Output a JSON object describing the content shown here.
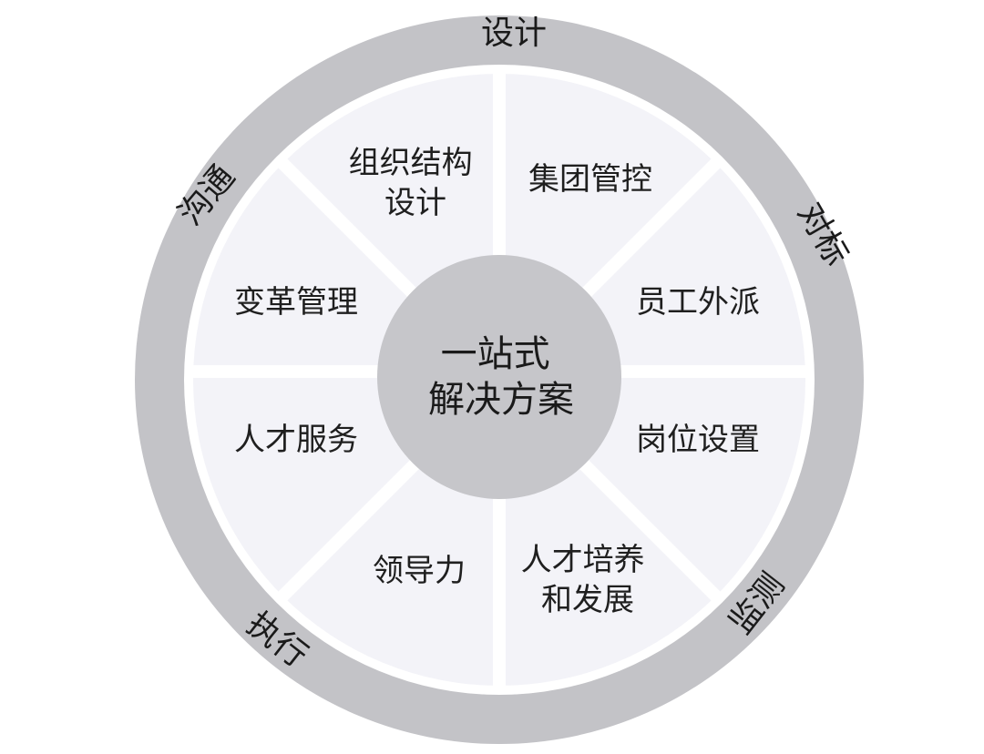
{
  "center": {
    "lines": [
      "一站式",
      "解决方案"
    ]
  },
  "segments": [
    {
      "id": "org-structure",
      "lines": [
        "组织结构",
        "设计"
      ]
    },
    {
      "id": "group-control",
      "lines": [
        "集团管控"
      ]
    },
    {
      "id": "staff-dispatch",
      "lines": [
        "员工外派"
      ]
    },
    {
      "id": "position-setup",
      "lines": [
        "岗位设置"
      ]
    },
    {
      "id": "talent-development",
      "lines": [
        "人才培养",
        "和发展"
      ]
    },
    {
      "id": "leadership",
      "lines": [
        "领导力"
      ]
    },
    {
      "id": "talent-service",
      "lines": [
        "人才服务"
      ]
    },
    {
      "id": "change-management",
      "lines": [
        "变革管理"
      ]
    }
  ],
  "ring_labels": [
    {
      "id": "design",
      "text": "设计"
    },
    {
      "id": "benchmark",
      "text": "对标"
    },
    {
      "id": "monitor",
      "text": "监测"
    },
    {
      "id": "execute",
      "text": "执行"
    },
    {
      "id": "communicate",
      "text": "沟通"
    }
  ],
  "colors": {
    "outer_ring": "#c3c3c7",
    "segment_fill": "#f3f3f8",
    "divider": "#ffffff",
    "center_fill": "#c6c6ca",
    "text": "#1f1f1f"
  }
}
